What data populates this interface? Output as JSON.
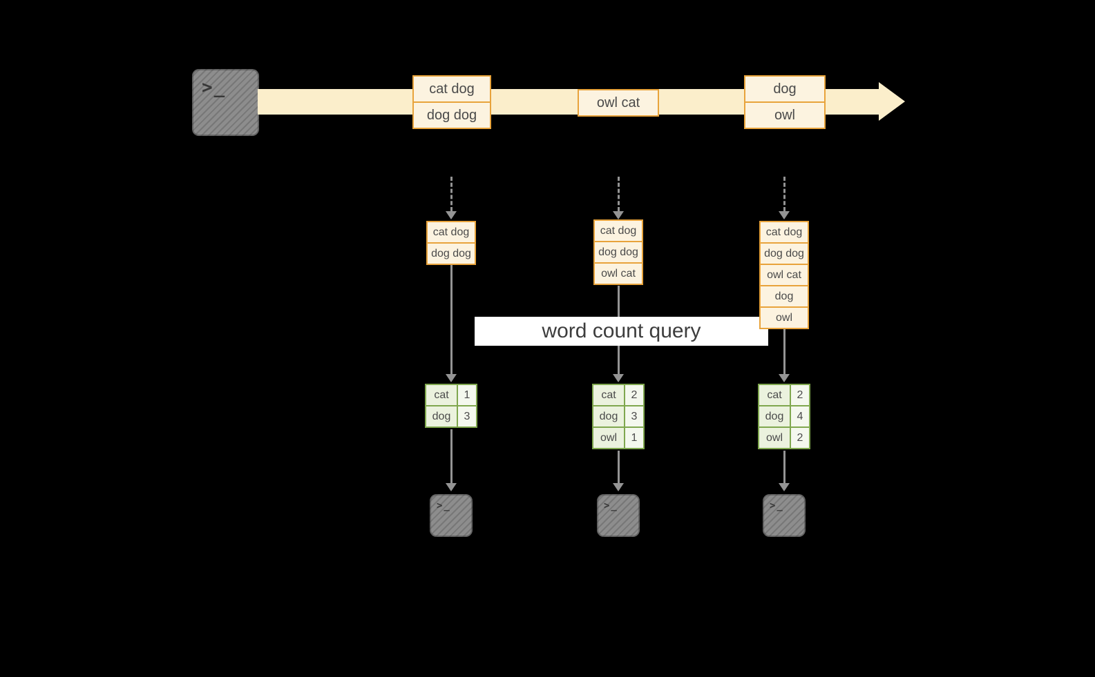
{
  "colors": {
    "background": "#000000",
    "stream_band": "#fbeecb",
    "event_border": "#e8a33b",
    "event_fill": "#fcf3e0",
    "arrow_gray": "#949494",
    "query_box_bg": "#ffffff",
    "query_text": "#3d3d3d",
    "result_border": "#7fa74e",
    "result_fill": "#ebf2de",
    "result_count_fill": "#f4f8ee",
    "terminal_bg": "#8d8d8d"
  },
  "icons": {
    "terminal_glyph": ">_"
  },
  "stream": {
    "events": [
      {
        "lines": [
          "cat dog",
          "dog dog"
        ]
      },
      {
        "lines": [
          "owl cat"
        ]
      },
      {
        "lines": [
          "dog",
          "owl"
        ]
      }
    ]
  },
  "snapshots": [
    {
      "rows": [
        "cat dog",
        "dog dog"
      ]
    },
    {
      "rows": [
        "cat dog",
        "dog dog",
        "owl cat"
      ]
    },
    {
      "rows": [
        "cat dog",
        "dog dog",
        "owl cat",
        "dog",
        "owl"
      ]
    }
  ],
  "query": {
    "label": "word count query"
  },
  "results": [
    {
      "rows": [
        {
          "word": "cat",
          "count": "1"
        },
        {
          "word": "dog",
          "count": "3"
        }
      ]
    },
    {
      "rows": [
        {
          "word": "cat",
          "count": "2"
        },
        {
          "word": "dog",
          "count": "3"
        },
        {
          "word": "owl",
          "count": "1"
        }
      ]
    },
    {
      "rows": [
        {
          "word": "cat",
          "count": "2"
        },
        {
          "word": "dog",
          "count": "4"
        },
        {
          "word": "owl",
          "count": "2"
        }
      ]
    }
  ]
}
